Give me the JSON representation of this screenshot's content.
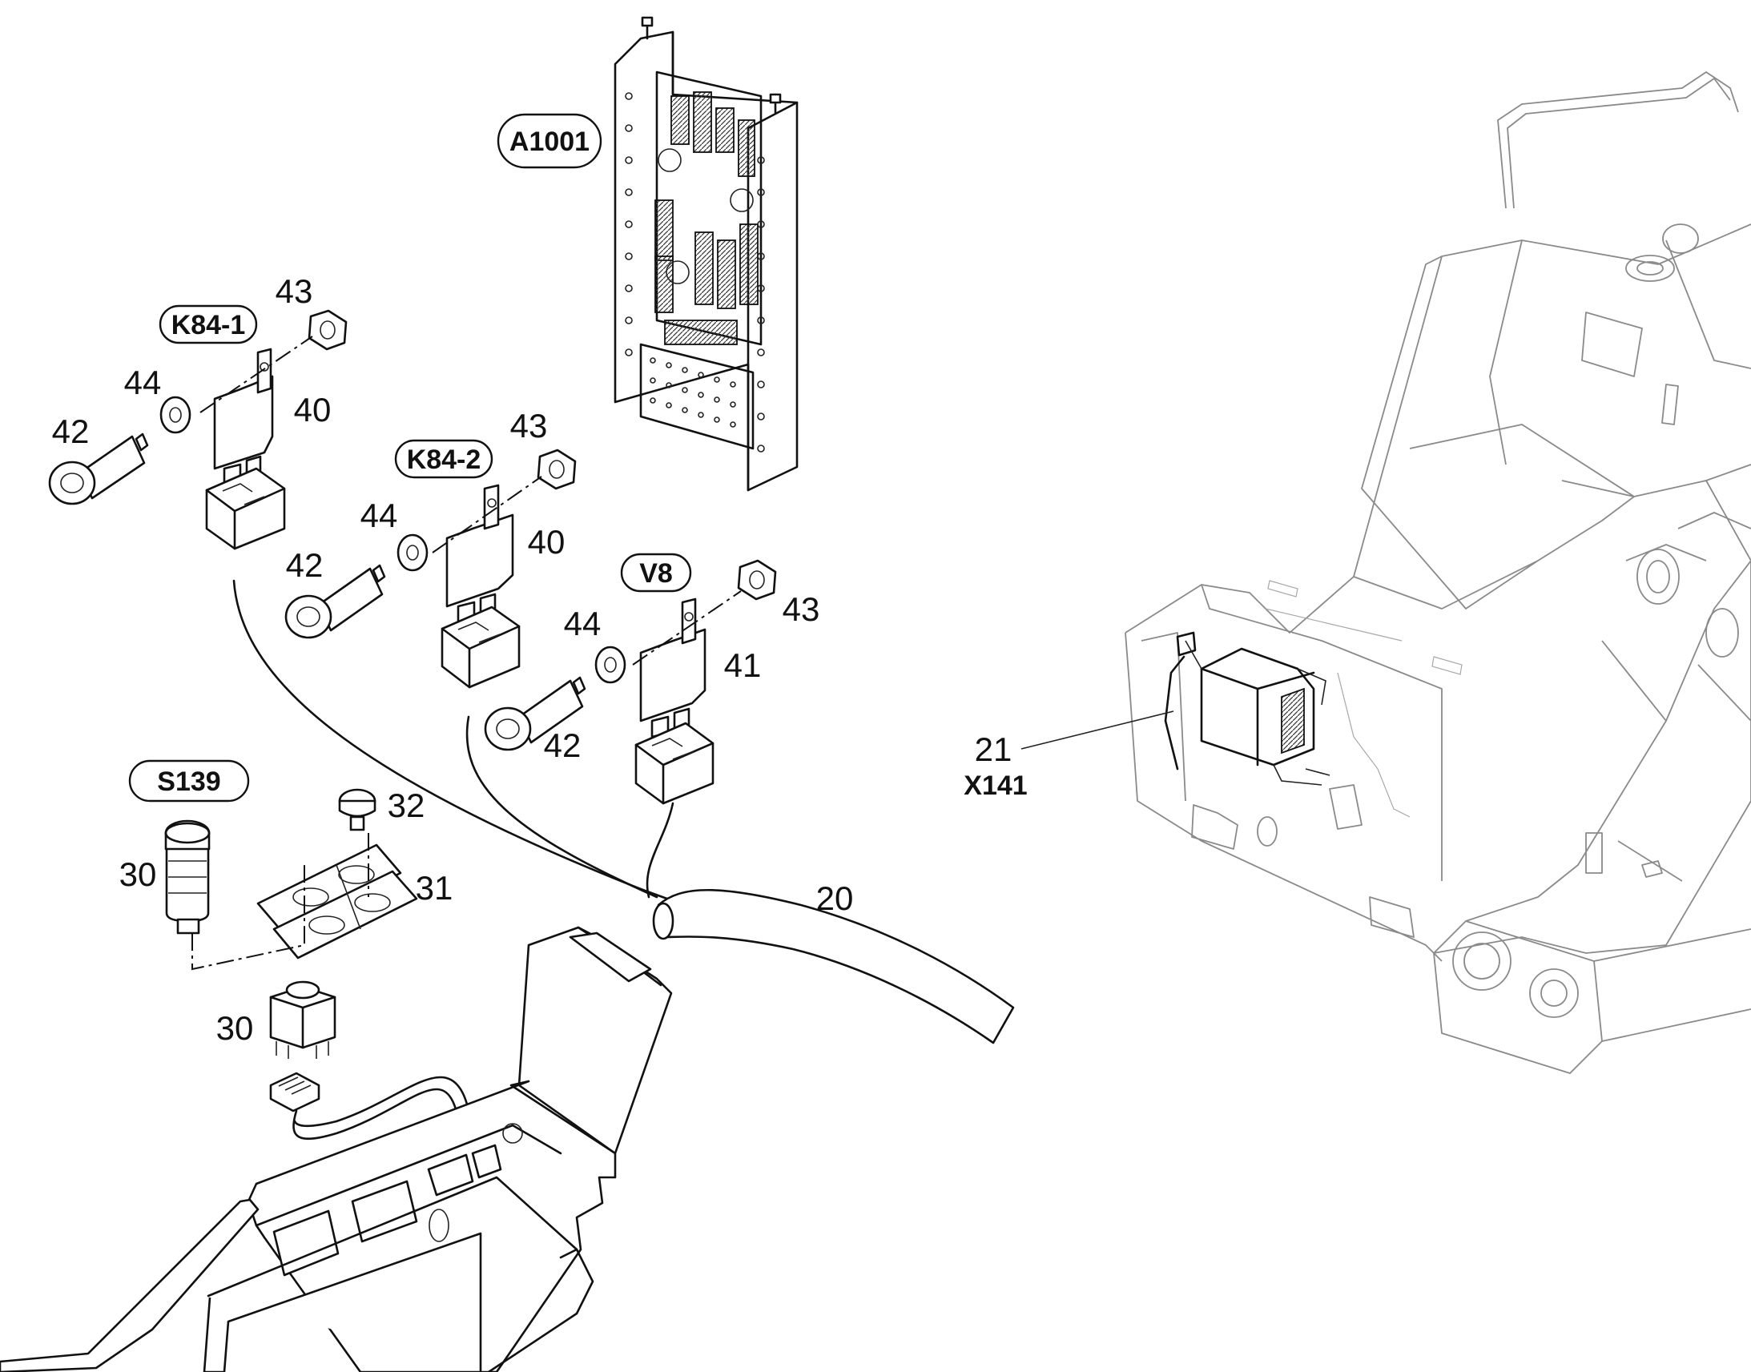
{
  "labels": {
    "a1001": "A1001",
    "k84_1": "K84-1",
    "k84_2": "K84-2",
    "v8": "V8",
    "s139": "S139",
    "x141": "X141"
  },
  "parts": {
    "p20": "20",
    "p21": "21",
    "p30a": "30",
    "p30b": "30",
    "p31": "31",
    "p32": "32",
    "p40a": "40",
    "p40b": "40",
    "p41": "41",
    "p42a": "42",
    "p42b": "42",
    "p42c": "42",
    "p43a": "43",
    "p43b": "43",
    "p43c": "43",
    "p44a": "44",
    "p44b": "44",
    "p44c": "44"
  }
}
